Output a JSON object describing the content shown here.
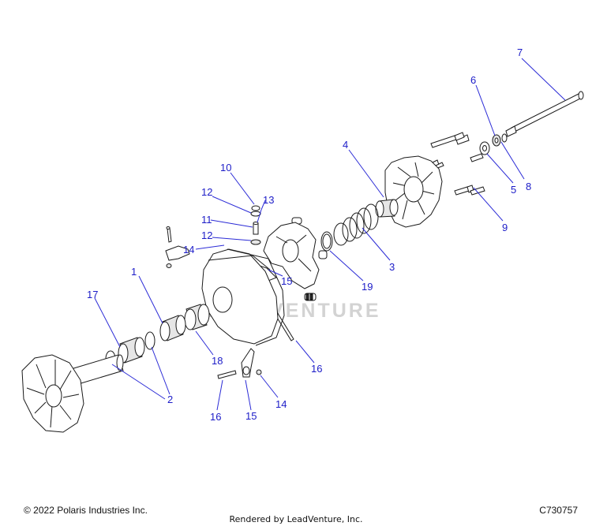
{
  "diagram": {
    "watermark": "LEADVENTURE",
    "callouts": [
      {
        "id": "c1",
        "text": "1"
      },
      {
        "id": "c2",
        "text": "2"
      },
      {
        "id": "c3",
        "text": "3"
      },
      {
        "id": "c4",
        "text": "4"
      },
      {
        "id": "c5",
        "text": "5"
      },
      {
        "id": "c6",
        "text": "6"
      },
      {
        "id": "c7",
        "text": "7"
      },
      {
        "id": "c8",
        "text": "8"
      },
      {
        "id": "c9",
        "text": "9"
      },
      {
        "id": "c10",
        "text": "10"
      },
      {
        "id": "c11",
        "text": "11"
      },
      {
        "id": "c12a",
        "text": "12"
      },
      {
        "id": "c12b",
        "text": "12"
      },
      {
        "id": "c13",
        "text": "13"
      },
      {
        "id": "c14a",
        "text": "14"
      },
      {
        "id": "c14b",
        "text": "14"
      },
      {
        "id": "c15a",
        "text": "15"
      },
      {
        "id": "c15b",
        "text": "15"
      },
      {
        "id": "c16a",
        "text": "16"
      },
      {
        "id": "c16b",
        "text": "16"
      },
      {
        "id": "c17",
        "text": "17"
      },
      {
        "id": "c18",
        "text": "18"
      },
      {
        "id": "c19",
        "text": "19"
      }
    ]
  },
  "footer": {
    "copyright": "© 2022 Polaris Industries Inc.",
    "rendered_by": "Rendered by LeadVenture, Inc.",
    "figure_id": "C730757"
  },
  "colors": {
    "callout": "#1c1cc8",
    "leader": "#2b2bd6",
    "line_art": "#1a1a1a"
  }
}
